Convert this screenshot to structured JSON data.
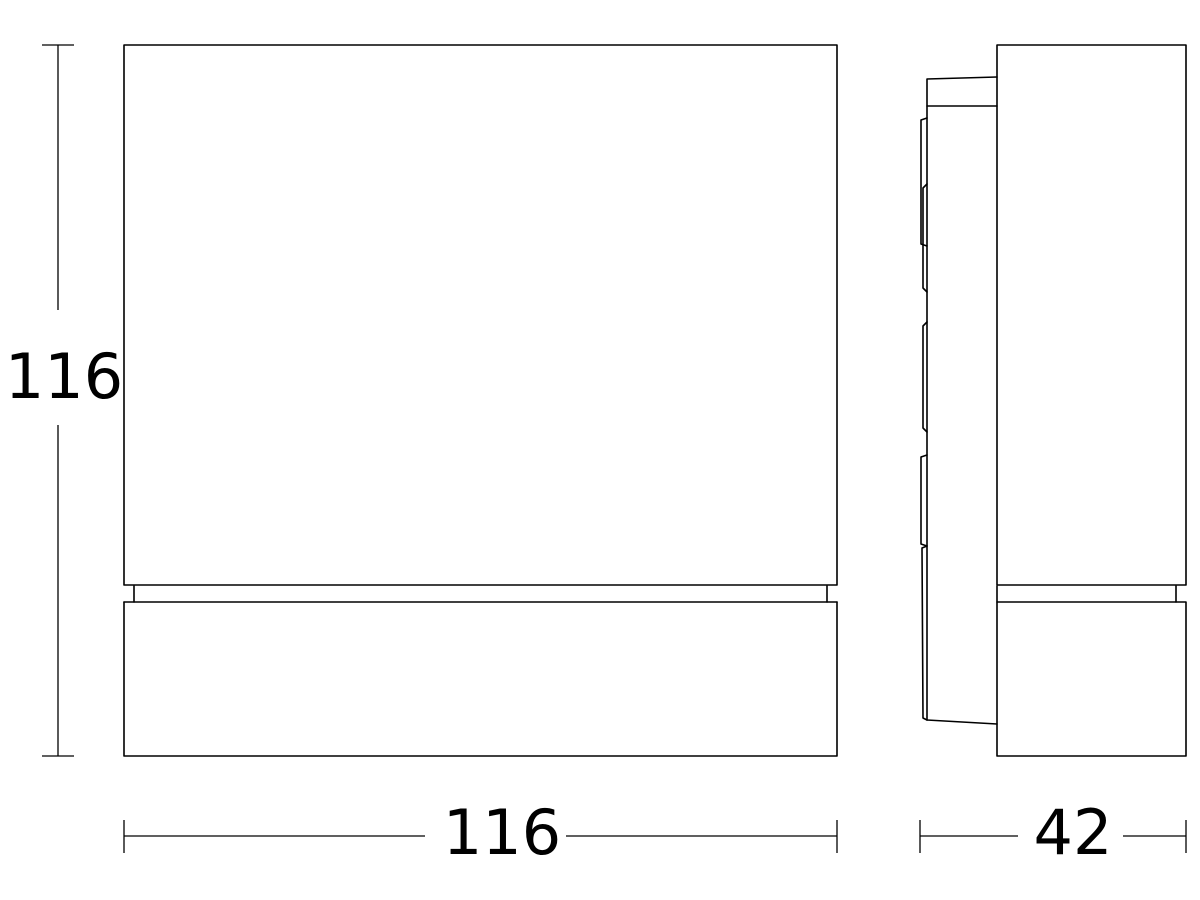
{
  "dimensions": {
    "height": "116",
    "front_width": "116",
    "side_depth": "42"
  }
}
